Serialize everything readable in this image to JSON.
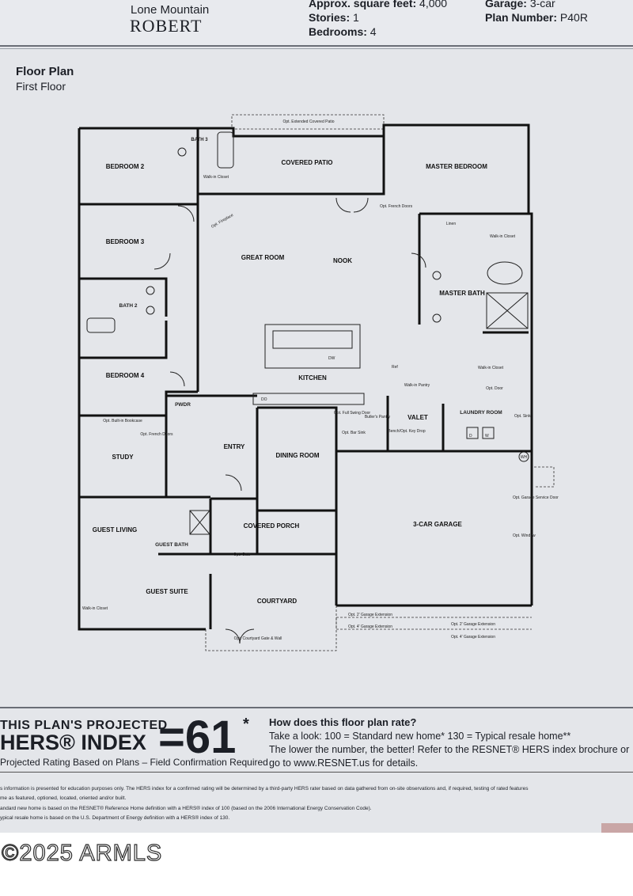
{
  "header": {
    "community": "Lone Mountain",
    "plan_name": "ROBERT",
    "sqft_label": "Approx. square feet:",
    "sqft_value": "4,000",
    "stories_label": "Stories:",
    "stories_value": "1",
    "bedrooms_label": "Bedrooms:",
    "bedrooms_value": "4",
    "garage_label": "Garage:",
    "garage_value": "3-car",
    "plan_number_label": "Plan Number:",
    "plan_number_value": "P40R"
  },
  "floor_plan": {
    "title": "Floor Plan",
    "subtitle": "First Floor",
    "rooms": {
      "bedroom2": "BEDROOM 2",
      "bath3": "BATH 3",
      "walkin_closet": "Walk-in Closet",
      "covered_patio": "COVERED PATIO",
      "opt_extended_patio": "Opt. Extended Covered Patio",
      "master_bedroom": "MASTER BEDROOM",
      "bedroom3": "BEDROOM 3",
      "great_room": "GREAT ROOM",
      "nook": "NOOK",
      "opt_french_doors": "Opt. French Doors",
      "opt_fireplace": "Opt. Fireplace",
      "linen": "Linen",
      "master_walkin": "Walk-in Closet",
      "master_bath": "MASTER BATH",
      "bath2": "BATH 2",
      "bedroom4": "BEDROOM 4",
      "kitchen": "KITCHEN",
      "dw": "DW",
      "do": "DO",
      "ref": "Ref",
      "walkin_pantry": "Walk-in Pantry",
      "walkin_closet2": "Walk-in Closet",
      "opt_door": "Opt. Door",
      "pwdr": "PWDR",
      "opt_swing_door": "Opt. Full Swing Door",
      "butlers_pantry": "Butler's Pantry",
      "valet": "VALET",
      "bench_key_drop": "Bench/Opt. Key Drop",
      "laundry": "LAUNDRY ROOM",
      "opt_sink": "Opt. Sink",
      "opt_bar_sink": "Opt. Bar Sink",
      "opt_builtin_bookcase": "Opt. Built-in Bookcase",
      "study": "STUDY",
      "opt_french_doors2": "Opt. French Doors",
      "entry": "ENTRY",
      "dining_room": "DINING ROOM",
      "garage": "3-CAR GARAGE",
      "wh": "WH",
      "opt_garage_door": "Opt. Garage Service Door",
      "opt_window": "Opt. Window",
      "guest_living": "GUEST LIVING",
      "guest_bath": "GUEST BATH",
      "covered_porch": "COVERED PORCH",
      "opt_gate": "Opt. Gate",
      "guest_suite": "GUEST SUITE",
      "walkin_closet3": "Walk-in Closet",
      "courtyard": "COURTYARD",
      "opt_courtyard_gate": "Opt. Courtyard Gate & Wall",
      "garage_ext_2": "Opt. 2' Garage Extension",
      "garage_ext_4": "Opt. 4' Garage Extension",
      "d": "D",
      "w": "W"
    }
  },
  "hers": {
    "line1": "THIS PLAN'S PROJECTED",
    "line2": "HERS® INDEX",
    "equals_value": "=61",
    "star": "*",
    "projected_note": "Projected Rating Based on Plans – Field Confirmation Required",
    "question": "How does this floor plan rate?",
    "take_a_look": "Take a look: 100 = Standard new home* 130 = Typical resale home**",
    "lower_better": "The lower the number, the better! Refer to the RESNET® HERS index brochure or",
    "goto": "go to www.RESNET.us for details."
  },
  "fine_print": {
    "line1": "s information is presented for education purposes only. The HERS index for a confirmed rating will be determined by a third-party HERS rater based on data gathered from on-site observations and, if required, testing of rated features",
    "line2": "me as featured, optioned, located, oriented and/or built.",
    "line3": "andard new home is based on the RESNET® Reference Home definition with a HERS® index of 100 (based on the 2006 International Energy Conservation Code).",
    "line4": "ypical resale home is based on the U.S. Department of Energy definition with a HERS® index of 130."
  },
  "watermark": "©2025 ARMLS"
}
